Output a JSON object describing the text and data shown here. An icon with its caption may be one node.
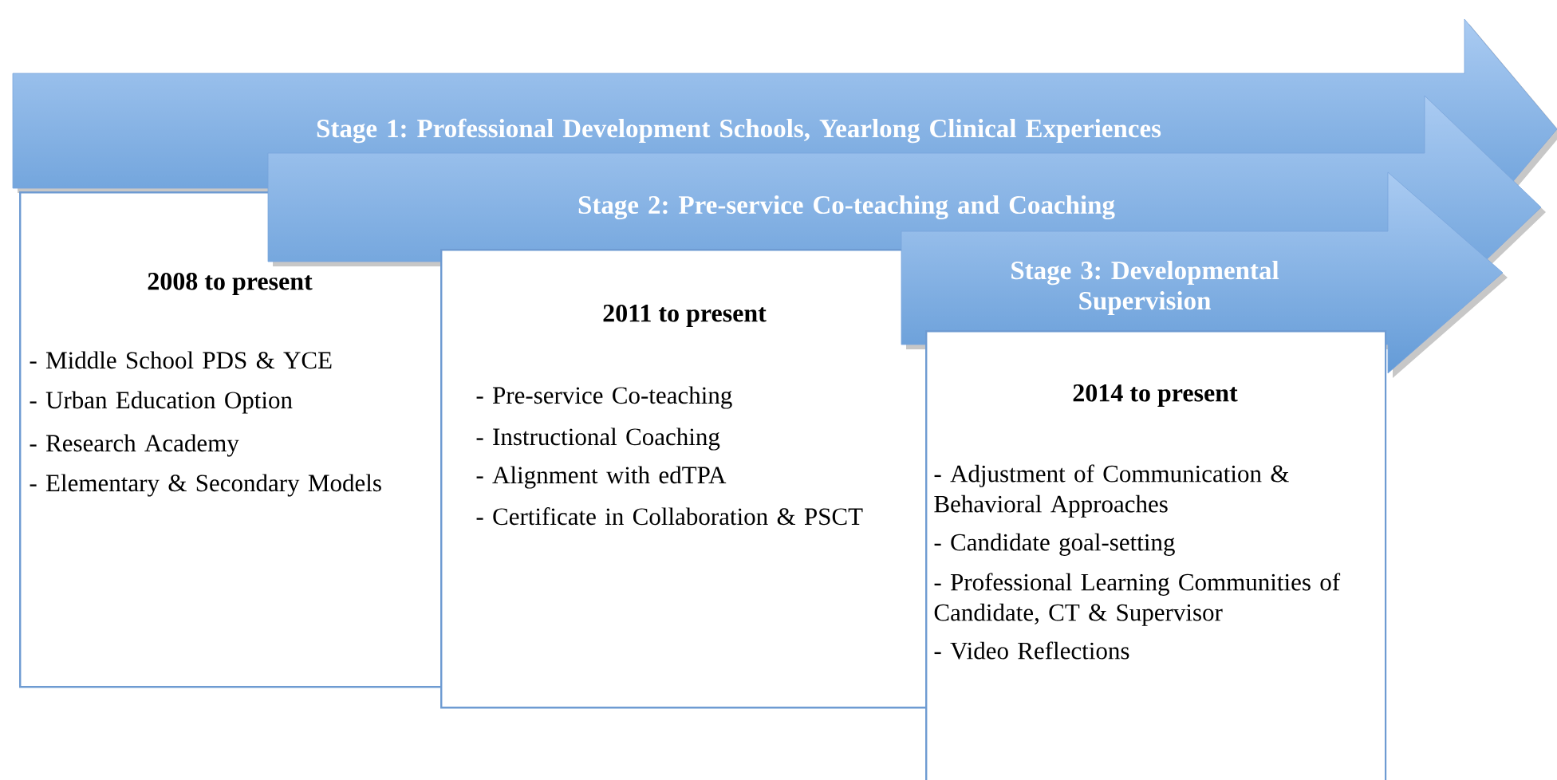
{
  "diagram": {
    "nodes": [
      {
        "text": [
          "Stage 1: Professional Development Schools, Yearlong Clinical Experiences"
        ]
      },
      {
        "text": [
          "Stage 2: Pre-service Co-teaching and Coaching"
        ]
      },
      {
        "text": [
          "Stage 3: Developmental Supervision"
        ]
      },
      {
        "text": [
          "2008 to present",
          "- Middle School PDS & YCE",
          "- Urban Education Option",
          "- Research Academy",
          "- Elementary & Secondary Models"
        ]
      },
      {
        "text": [
          "2011 to present",
          "- Pre-service Co-teaching",
          "- Instructional Coaching",
          "- Alignment with edTPA",
          "- Certificate in Collaboration & PSCT"
        ]
      },
      {
        "text": [
          "2014 to present",
          "- Adjustment of Communication & Behavioral Approaches",
          "- Candidate goal-setting",
          "- Professional Learning Communities of Candidate, CT & Supervisor",
          "- Video Reflections"
        ]
      }
    ]
  }
}
